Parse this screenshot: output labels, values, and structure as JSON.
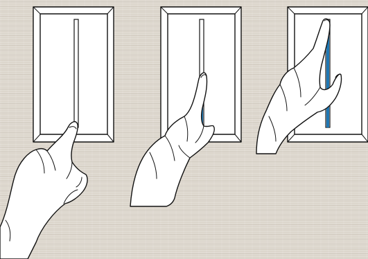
{
  "illustration": {
    "panels": [
      {
        "name": "slider-panel-idle",
        "bar_fill_fraction": 0.0
      },
      {
        "name": "slider-panel-partial",
        "bar_fill_fraction": 0.45
      },
      {
        "name": "slider-panel-full",
        "bar_fill_fraction": 0.93
      }
    ],
    "colors": {
      "background": "#dcd6cc",
      "panel_face": "#ffffff",
      "outline": "#111111",
      "active_bar": "#1f78b4"
    }
  }
}
